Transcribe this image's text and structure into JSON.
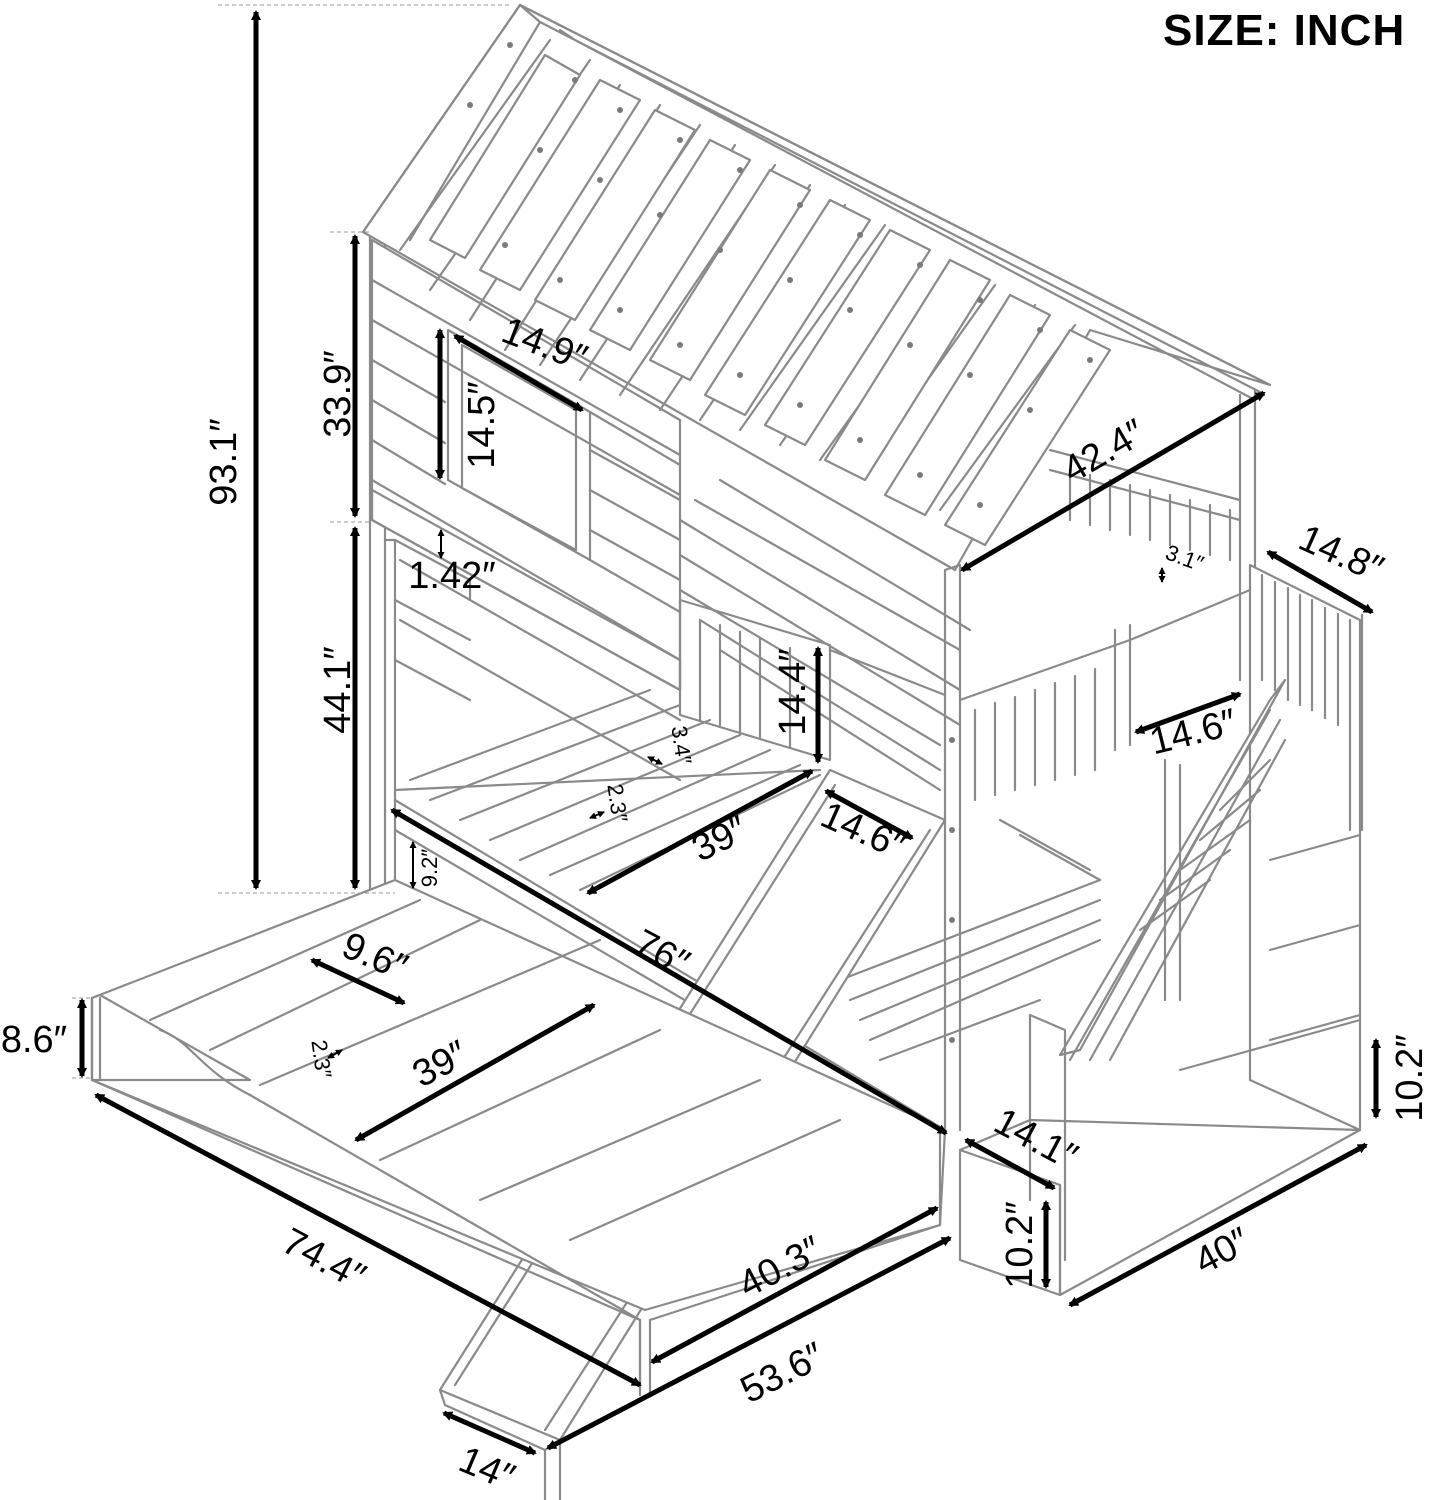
{
  "size_label": "SIZE: INCH",
  "dimensions": {
    "total_height": "93.1″",
    "upper_section_height": "33.9″",
    "lower_section_height": "44.1″",
    "window_width": "14.9″",
    "window_height": "14.5″",
    "roof_diagonal": "42.4″",
    "platform_width": "14.8″",
    "slat_gap_upper": "3.1″",
    "rail_gap": "1.42″",
    "guard_height": "14.4″",
    "gap_upper_right": "14.6″",
    "slat_gap_lower": "3.4″",
    "slat_width_lower": "2.3″",
    "mattress_width_lower": "39″",
    "slide_top_width": "14.6″",
    "lower_frame_height": "9.2″",
    "bed_length": "76″",
    "trundle_slat_gap": "9.6″",
    "trundle_height": "8.6″",
    "trundle_slat_width": "2.3″",
    "trundle_width": "39″",
    "trundle_length": "74.4″",
    "slide_length": "40.3″",
    "slide_footprint": "53.6″",
    "slide_width": "14″",
    "step_width": "14.1″",
    "step_height": "10.2″",
    "drawer_height": "10.2″",
    "stair_depth": "40″"
  }
}
